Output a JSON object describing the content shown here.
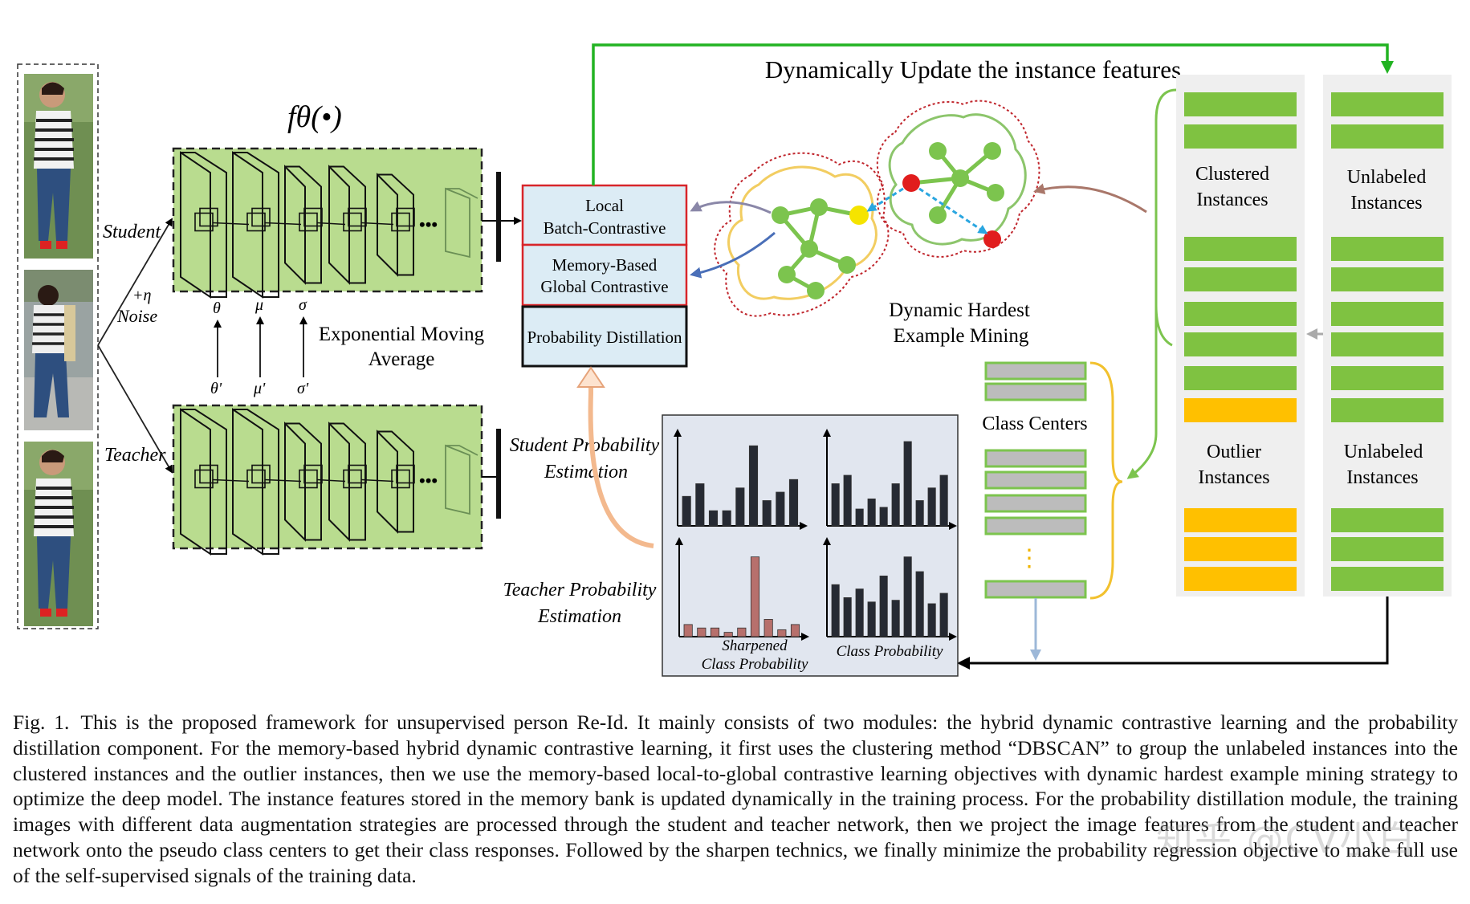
{
  "figure": {
    "encoder_label": "fθ(•)",
    "student_label": "Student",
    "teacher_label": "Teacher",
    "noise_label": [
      "+η",
      "Noise"
    ],
    "ema_params_top": [
      "θ",
      "μ",
      "σ"
    ],
    "ema_params_bottom": [
      "θ'",
      "μ'",
      "σ'"
    ],
    "ema_label": [
      "Exponential Moving",
      "Average"
    ],
    "dots": "•••",
    "loss_local": [
      "Local",
      "Batch-Contrastive"
    ],
    "loss_memory": [
      "Memory-Based",
      "Global Contrastive"
    ],
    "loss_distill": "Probability Distillation",
    "update_label": "Dynamically Update the instance features",
    "mining_label": [
      "Dynamic Hardest",
      "Example Mining"
    ],
    "class_centers_label": "Class Centers",
    "center_dots": "⋮",
    "clustered_label": [
      "Clustered",
      "Instances"
    ],
    "outlier_label": [
      "Outlier",
      "Instances"
    ],
    "unlabeled_label_top": [
      "Unlabeled",
      "Instances"
    ],
    "unlabeled_label_bottom": [
      "Unlabeled",
      "Instances"
    ],
    "student_prob_label": [
      "Student Probability",
      "Estimation"
    ],
    "teacher_prob_label": [
      "Teacher Probability",
      "Estimation"
    ],
    "sharpened_label": [
      "Sharpened",
      "Class Probability"
    ],
    "class_prob_label": "Class Probability",
    "hist_student_a": [
      0.35,
      0.5,
      0.18,
      0.18,
      0.45,
      0.95,
      0.3,
      0.4,
      0.55
    ],
    "hist_student_b": [
      0.5,
      0.6,
      0.2,
      0.32,
      0.22,
      0.5,
      1.0,
      0.3,
      0.45,
      0.6
    ],
    "hist_teacher_sharp": [
      0.14,
      0.1,
      0.1,
      0.05,
      0.1,
      0.92,
      0.2,
      0.08,
      0.14
    ],
    "hist_teacher_b": [
      0.6,
      0.45,
      0.55,
      0.4,
      0.7,
      0.42,
      0.92,
      0.75,
      0.38,
      0.5
    ],
    "colors": {
      "cnn_fill": "#b9dc8f",
      "loss_fill": "#dcecf5",
      "green_bar": "#7fc241",
      "orange_bar": "#ffc000",
      "gray_bar": "#bcbcbc",
      "bar_dark": "#262a33",
      "bar_red": "#b7706c",
      "arrow_green": "#22b322",
      "cluster_red": "#c0262d",
      "cluster_yellow": "#f4d36a"
    }
  },
  "caption": {
    "label": "Fig. 1.",
    "text": "This is the proposed framework for unsupervised person Re-Id. It mainly consists of two modules: the hybrid dynamic contrastive learning and the probability distillation component. For the memory-based hybrid dynamic contrastive learning, it first uses the clustering method “DBSCAN” to group the unlabeled instances into the clustered instances and the outlier instances, then we use the memory-based local-to-global contrastive learning objectives with dynamic hardest example mining strategy to optimize the deep model. The instance features stored in the memory bank is updated dynamically in the training process. For the probability distillation module, the training images with different data augmentation strategies are processed through the student and teacher network, then we project the image features from the student and teacher network onto the pseudo class centers to get their class responses. Followed by the sharpen technics, we finally minimize the probability regression objective to make full use of the self-supervised signals of the training data."
  },
  "watermark": "知乎 @CV小白"
}
